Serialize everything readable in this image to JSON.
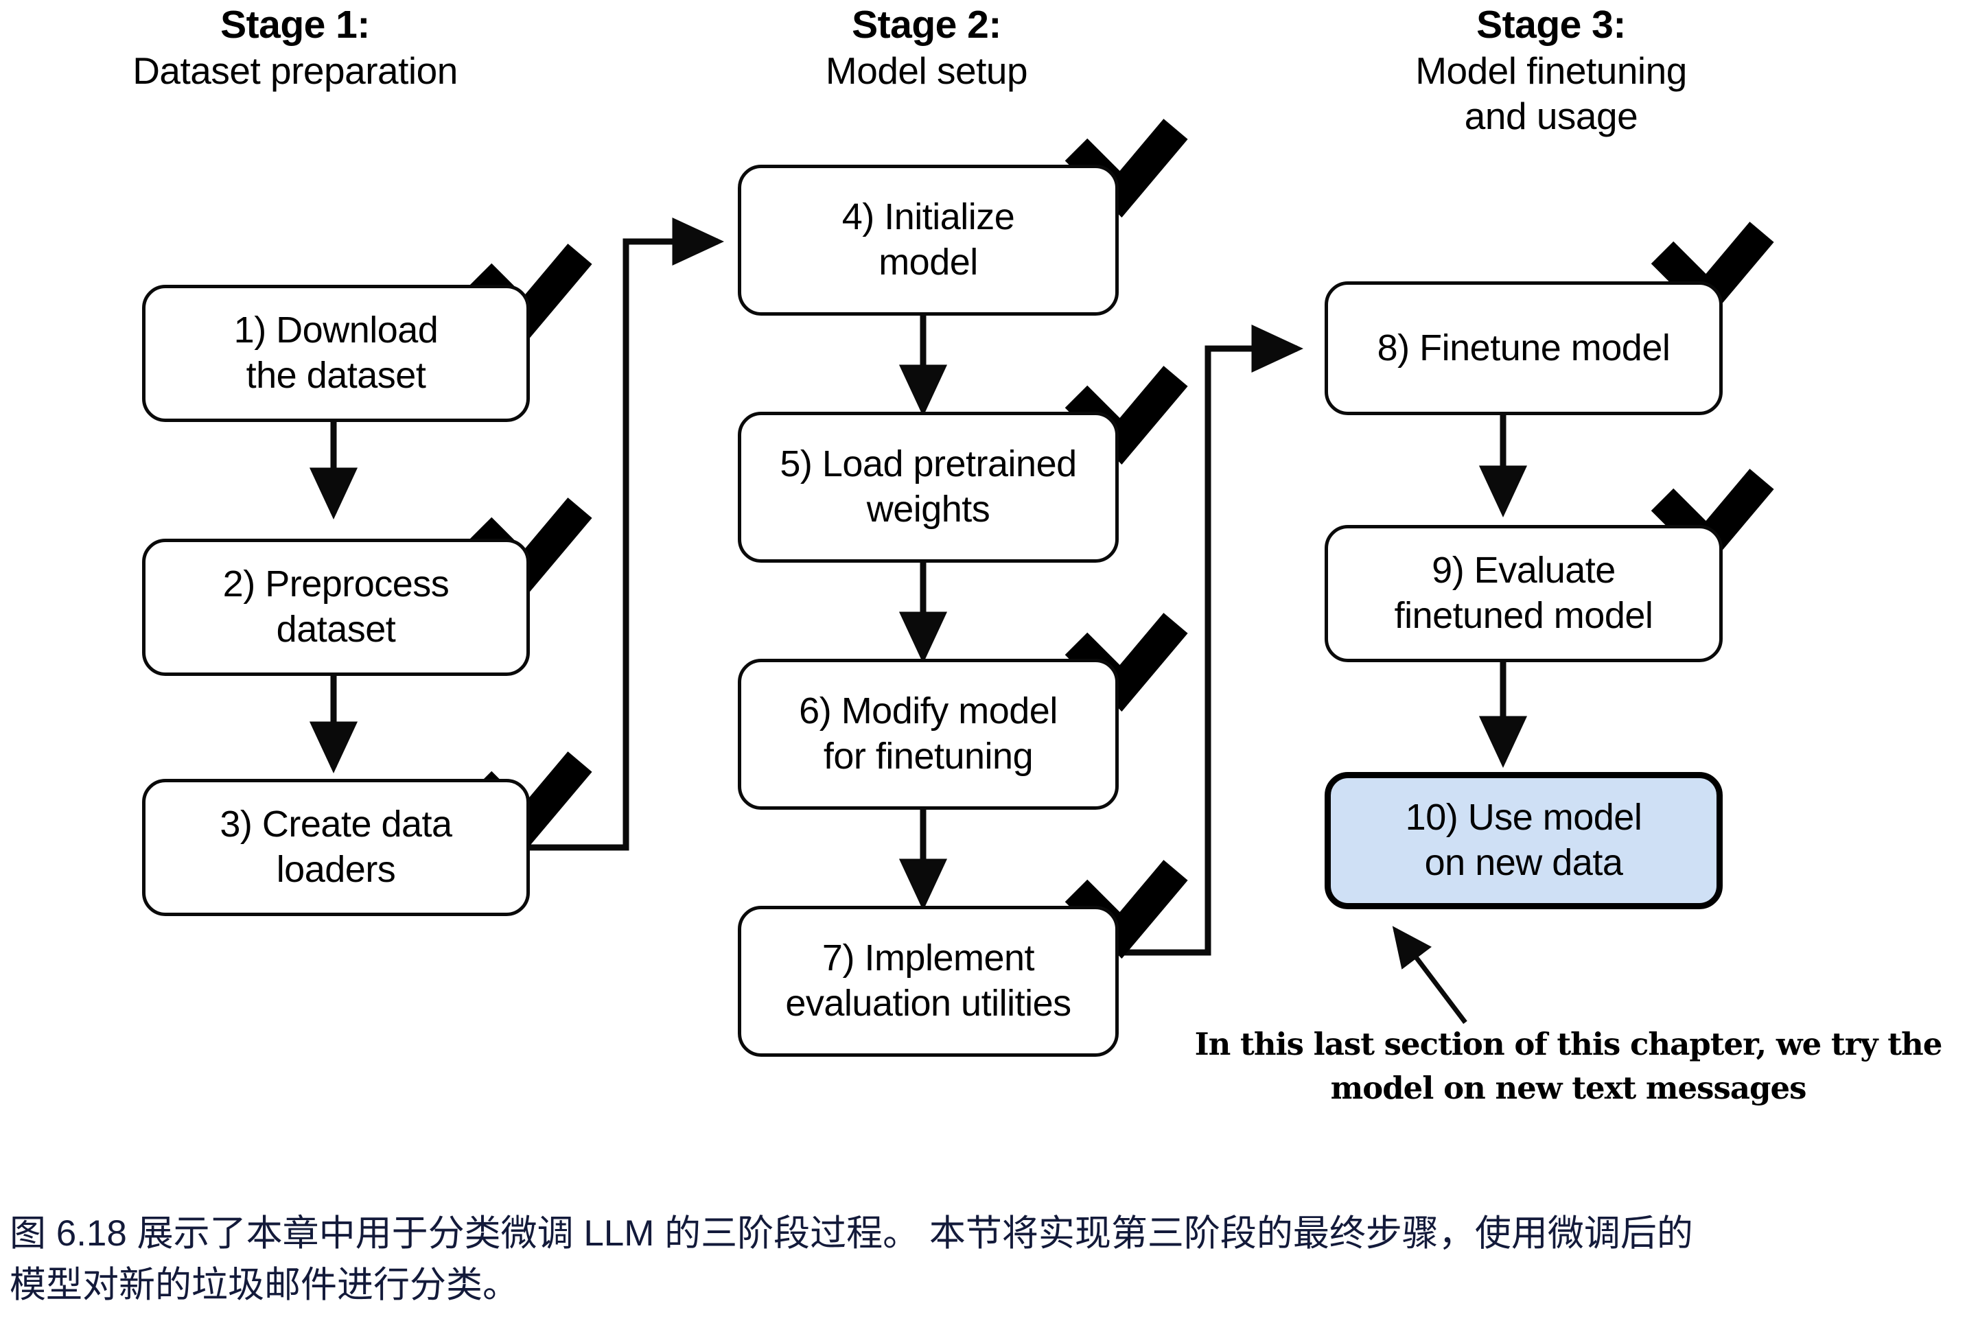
{
  "stages": [
    {
      "id": "stage-1",
      "title": "Stage 1:",
      "subtitle": "Dataset preparation"
    },
    {
      "id": "stage-2",
      "title": "Stage 2:",
      "subtitle": "Model setup"
    },
    {
      "id": "stage-3",
      "title": "Stage 3:",
      "subtitle": "Model finetuning\nand usage"
    }
  ],
  "stage3_sub_line1": "Model finetuning",
  "stage3_sub_line2": "and usage",
  "steps": [
    {
      "n": 1,
      "line1": "1) Download",
      "line2": "the dataset",
      "checked": true,
      "highlight": false
    },
    {
      "n": 2,
      "line1": "2) Preprocess",
      "line2": "dataset",
      "checked": true,
      "highlight": false
    },
    {
      "n": 3,
      "line1": "3) Create data",
      "line2": "loaders",
      "checked": true,
      "highlight": false
    },
    {
      "n": 4,
      "line1": "4) Initialize",
      "line2": "model",
      "checked": true,
      "highlight": false
    },
    {
      "n": 5,
      "line1": "5) Load pretrained",
      "line2": "weights",
      "checked": true,
      "highlight": false
    },
    {
      "n": 6,
      "line1": "6) Modify model",
      "line2": "for finetuning",
      "checked": true,
      "highlight": false
    },
    {
      "n": 7,
      "line1": "7) Implement",
      "line2": "evaluation utilities",
      "checked": true,
      "highlight": false
    },
    {
      "n": 8,
      "line1": "8) Finetune model",
      "line2": "",
      "checked": true,
      "highlight": false
    },
    {
      "n": 9,
      "line1": "9) Evaluate",
      "line2": "finetuned model",
      "checked": true,
      "highlight": false
    },
    {
      "n": 10,
      "line1": "10) Use model",
      "line2": "on new data",
      "checked": false,
      "highlight": true
    }
  ],
  "annotation": {
    "line1": "In this last section of this chapter, we try the",
    "line2": "model on new text messages"
  },
  "caption": {
    "line1": "图 6.18 展示了本章中用于分类微调 LLM 的三阶段过程。 本节将实现第三阶段的最终步骤，使用微调后的",
    "line2": "模型对新的垃圾邮件进行分类。"
  },
  "colors": {
    "stroke": "#0a0a0a",
    "box_fill": "#ffffff",
    "highlight_fill": "#cfe0f5",
    "caption_text": "#131a3a",
    "check_mark": "#000000"
  },
  "icons": {
    "check": "check-icon",
    "arrow_down": "arrow-down-icon",
    "arrow_right": "arrow-right-icon",
    "arrow_callout": "callout-arrow-icon"
  }
}
